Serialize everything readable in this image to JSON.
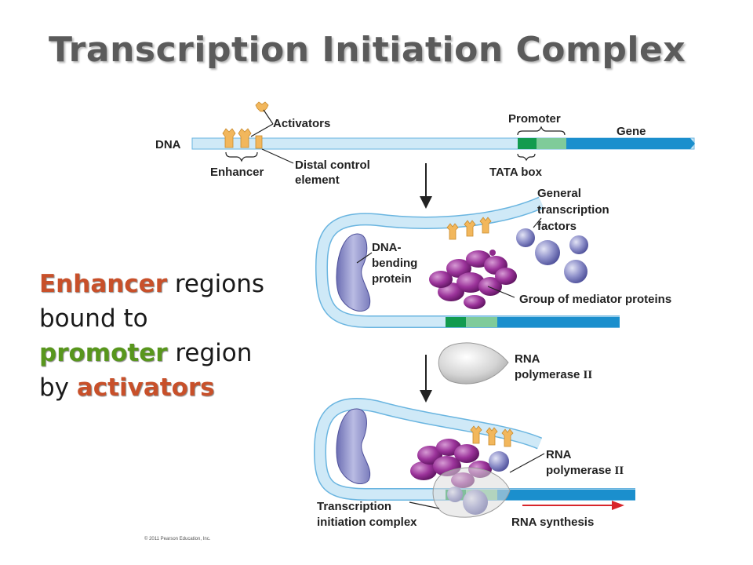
{
  "slide": {
    "title": "Transcription Initiation Complex",
    "text": {
      "w1": "Enhancer",
      "w2": " regions",
      "w3": "bound to",
      "w4": "promoter",
      "w5": " region",
      "w6": "by ",
      "w7": "activators"
    },
    "colors": {
      "orange": "#c8502a",
      "green": "#58961d",
      "title": "#5b5b5b"
    }
  },
  "diagram": {
    "labels": {
      "activators": "Activators",
      "dna": "DNA",
      "enhancer": "Enhancer",
      "distal_1": "Distal control",
      "distal_2": "element",
      "promoter": "Promoter",
      "gene": "Gene",
      "tata": "TATA box",
      "gtf_1": "General",
      "gtf_2": "transcription",
      "gtf_3": "factors",
      "dnab_1": "DNA-",
      "dnab_2": "bending",
      "dnab_3": "protein",
      "mediator": "Group of mediator proteins",
      "rnap_1": "RNA",
      "rnap_2": "polymerase ",
      "rnap_roman": "II",
      "rnap2_1": "RNA",
      "rnap2_2": "polymerase ",
      "rnap2_roman": "II",
      "tic_1": "Transcription",
      "tic_2": "initiation complex",
      "rna_syn": "RNA synthesis",
      "copyright": "© 2011 Pearson Education, Inc."
    },
    "colors": {
      "dna_strand": "#cfe9f7",
      "dna_edge": "#6ab5e0",
      "gene": "#1b8fcd",
      "tata": "#129b4f",
      "promoter": "#7fcb9a",
      "activator": "#f2b75c",
      "mediator": "#8e2a8c",
      "gtf": "#8d8fc9",
      "rnap": "#d5d5d5",
      "arrow_red": "#d8262b"
    }
  }
}
